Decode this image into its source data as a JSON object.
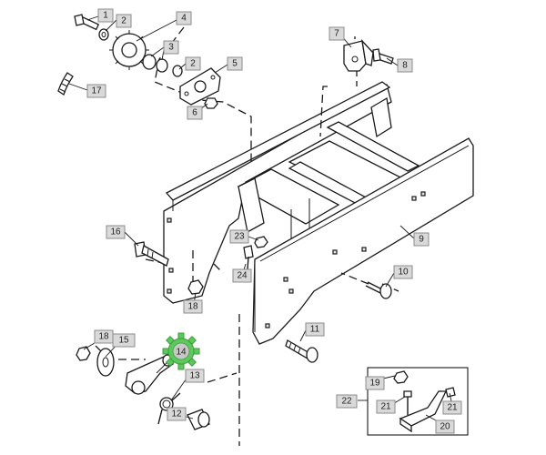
{
  "callouts": {
    "c1": "1",
    "c2a": "2",
    "c2b": "2",
    "c3": "3",
    "c4": "4",
    "c5": "5",
    "c6": "6",
    "c7": "7",
    "c8": "8",
    "c9": "9",
    "c10": "10",
    "c11": "11",
    "c12": "12",
    "c13": "13",
    "c14": "14",
    "c15": "15",
    "c16": "16",
    "c17": "17",
    "c18a": "18",
    "c18b": "18",
    "c19": "19",
    "c20": "20",
    "c21a": "21",
    "c21b": "21",
    "c22": "22",
    "c23": "23",
    "c24": "24"
  },
  "highlight": {
    "callout": "14",
    "color": "#5ec85e"
  }
}
